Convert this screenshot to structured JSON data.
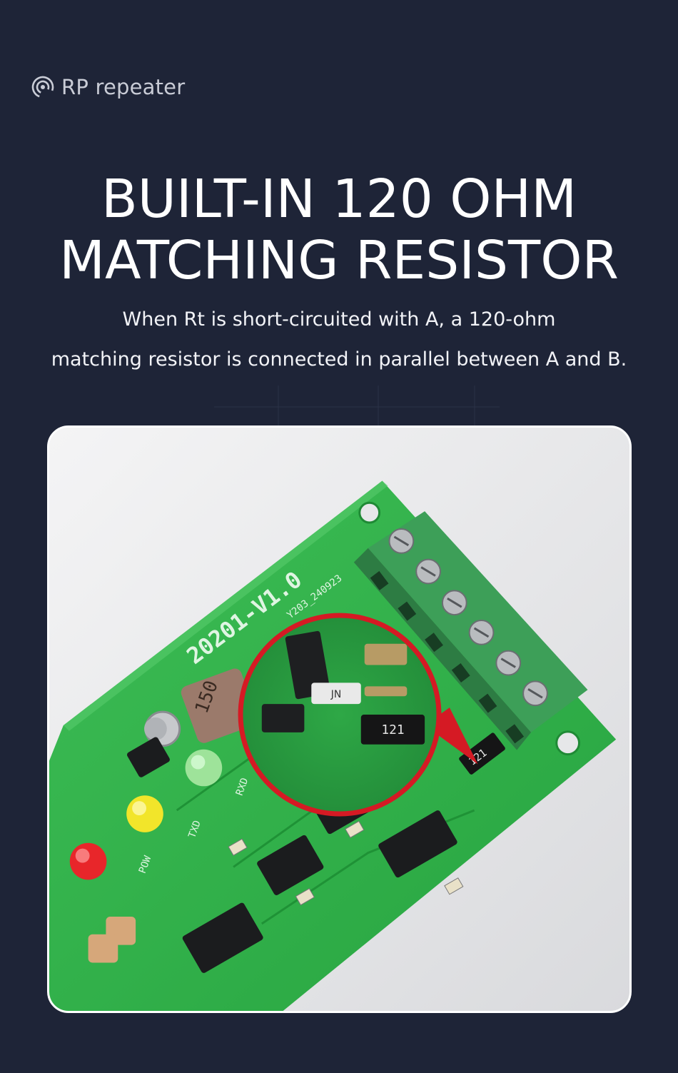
{
  "brand": {
    "icon": "signal-icon",
    "label": "RP repeater"
  },
  "title": {
    "line1": "BUILT-IN 120 OHM",
    "line2": "MATCHING RESISTOR"
  },
  "subtitle": {
    "line1": "When Rt is short-circuited with A, a 120-ohm",
    "line2": "matching resistor is connected in parallel between A and B."
  },
  "board": {
    "silkscreen_model": "20201-V1.0",
    "silkscreen_code": "Y203_240923",
    "inductor_label": "150",
    "zoom_jumper": "JN",
    "zoom_resistor": "121",
    "resistor_label": "121",
    "led_labels": [
      "RXD",
      "TXD",
      "POW"
    ]
  },
  "colors": {
    "background": "#1e2437",
    "pcb": "#2fb14a",
    "terminal": "#49b86a",
    "accent_red": "#d51a24"
  }
}
